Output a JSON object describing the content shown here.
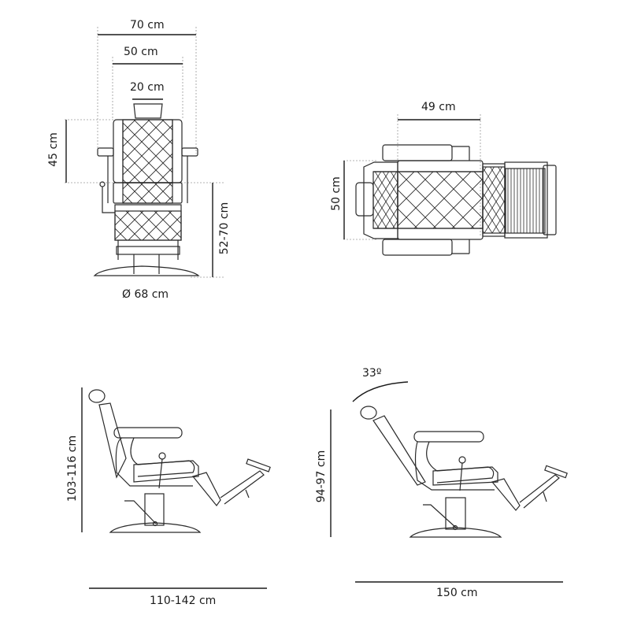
{
  "views": {
    "front": {
      "dimensions": {
        "overall_width": "70 cm",
        "seat_width": "50 cm",
        "headrest_width": "20 cm",
        "backrest_height": "45 cm",
        "seat_height": "52-70 cm",
        "base_diameter": "Ø 68 cm"
      }
    },
    "top": {
      "dimensions": {
        "seat_depth": "49 cm",
        "seat_width": "50 cm"
      }
    },
    "side_upright": {
      "dimensions": {
        "height": "103-116 cm",
        "length": "110-142 cm"
      }
    },
    "side_reclined": {
      "dimensions": {
        "recline_angle": "33º",
        "height": "94-97 cm",
        "length": "150 cm"
      }
    }
  },
  "colors": {
    "line": "#2a2a2a",
    "dim_line": "#1a1a1a",
    "guide": "#9a9a9a",
    "background": "#ffffff"
  }
}
